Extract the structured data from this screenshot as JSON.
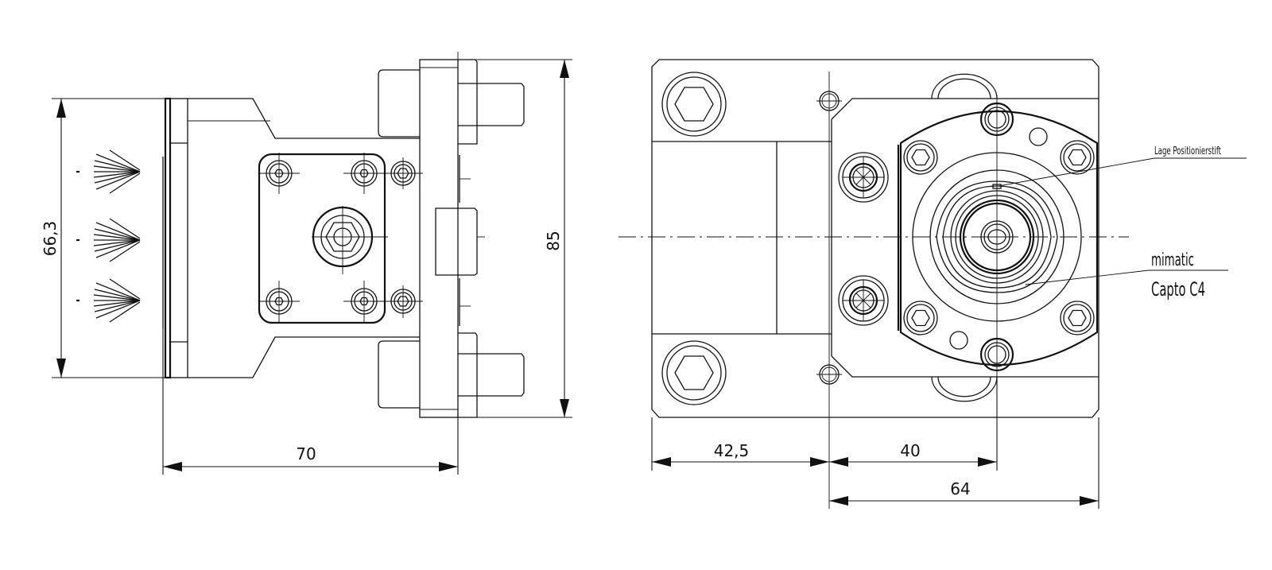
{
  "drawing": {
    "title": "Driven tool holder technical drawing",
    "line_color": "#111111",
    "background": "#ffffff"
  },
  "side_view": {
    "dimensions": {
      "height_clamp": "66,3",
      "height_total": "85",
      "length": "70"
    },
    "coolant_jets": 3
  },
  "front_view": {
    "dimensions": {
      "left_offset": "42,5",
      "center_offset": "40",
      "right_width": "64"
    },
    "labels": {
      "positioning_pin": "Lage Positionierstift",
      "interface_brand": "mimatic",
      "interface_type": "Capto C4"
    }
  }
}
